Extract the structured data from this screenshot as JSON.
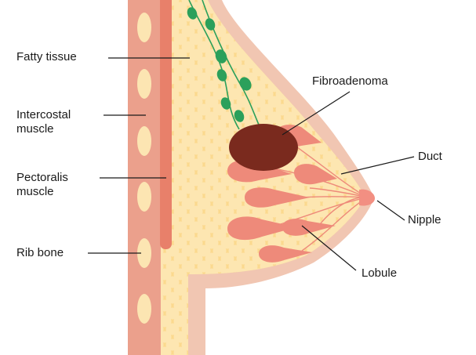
{
  "labels": {
    "fatty_tissue": "Fatty tissue",
    "intercostal_line1": "Intercostal",
    "intercostal_line2": "muscle",
    "pectoralis_line1": "Pectoralis",
    "pectoralis_line2": "muscle",
    "rib_bone": "Rib bone",
    "fibroadenoma": "Fibroadenoma",
    "duct": "Duct",
    "nipple": "Nipple",
    "lobule": "Lobule"
  },
  "colors": {
    "skin": "#F1C6B2",
    "fatty_tissue": "#FBD98E",
    "fat_cells": "#FDE7B5",
    "chest_wall": "#EBA08C",
    "pectoralis": "#E8806A",
    "rib": "#FCE5B2",
    "lobule": "#EE8A7A",
    "fibroadenoma": "#7A2A1E",
    "lymph_node": "#2BA05B",
    "nipple": "#F28F82"
  }
}
